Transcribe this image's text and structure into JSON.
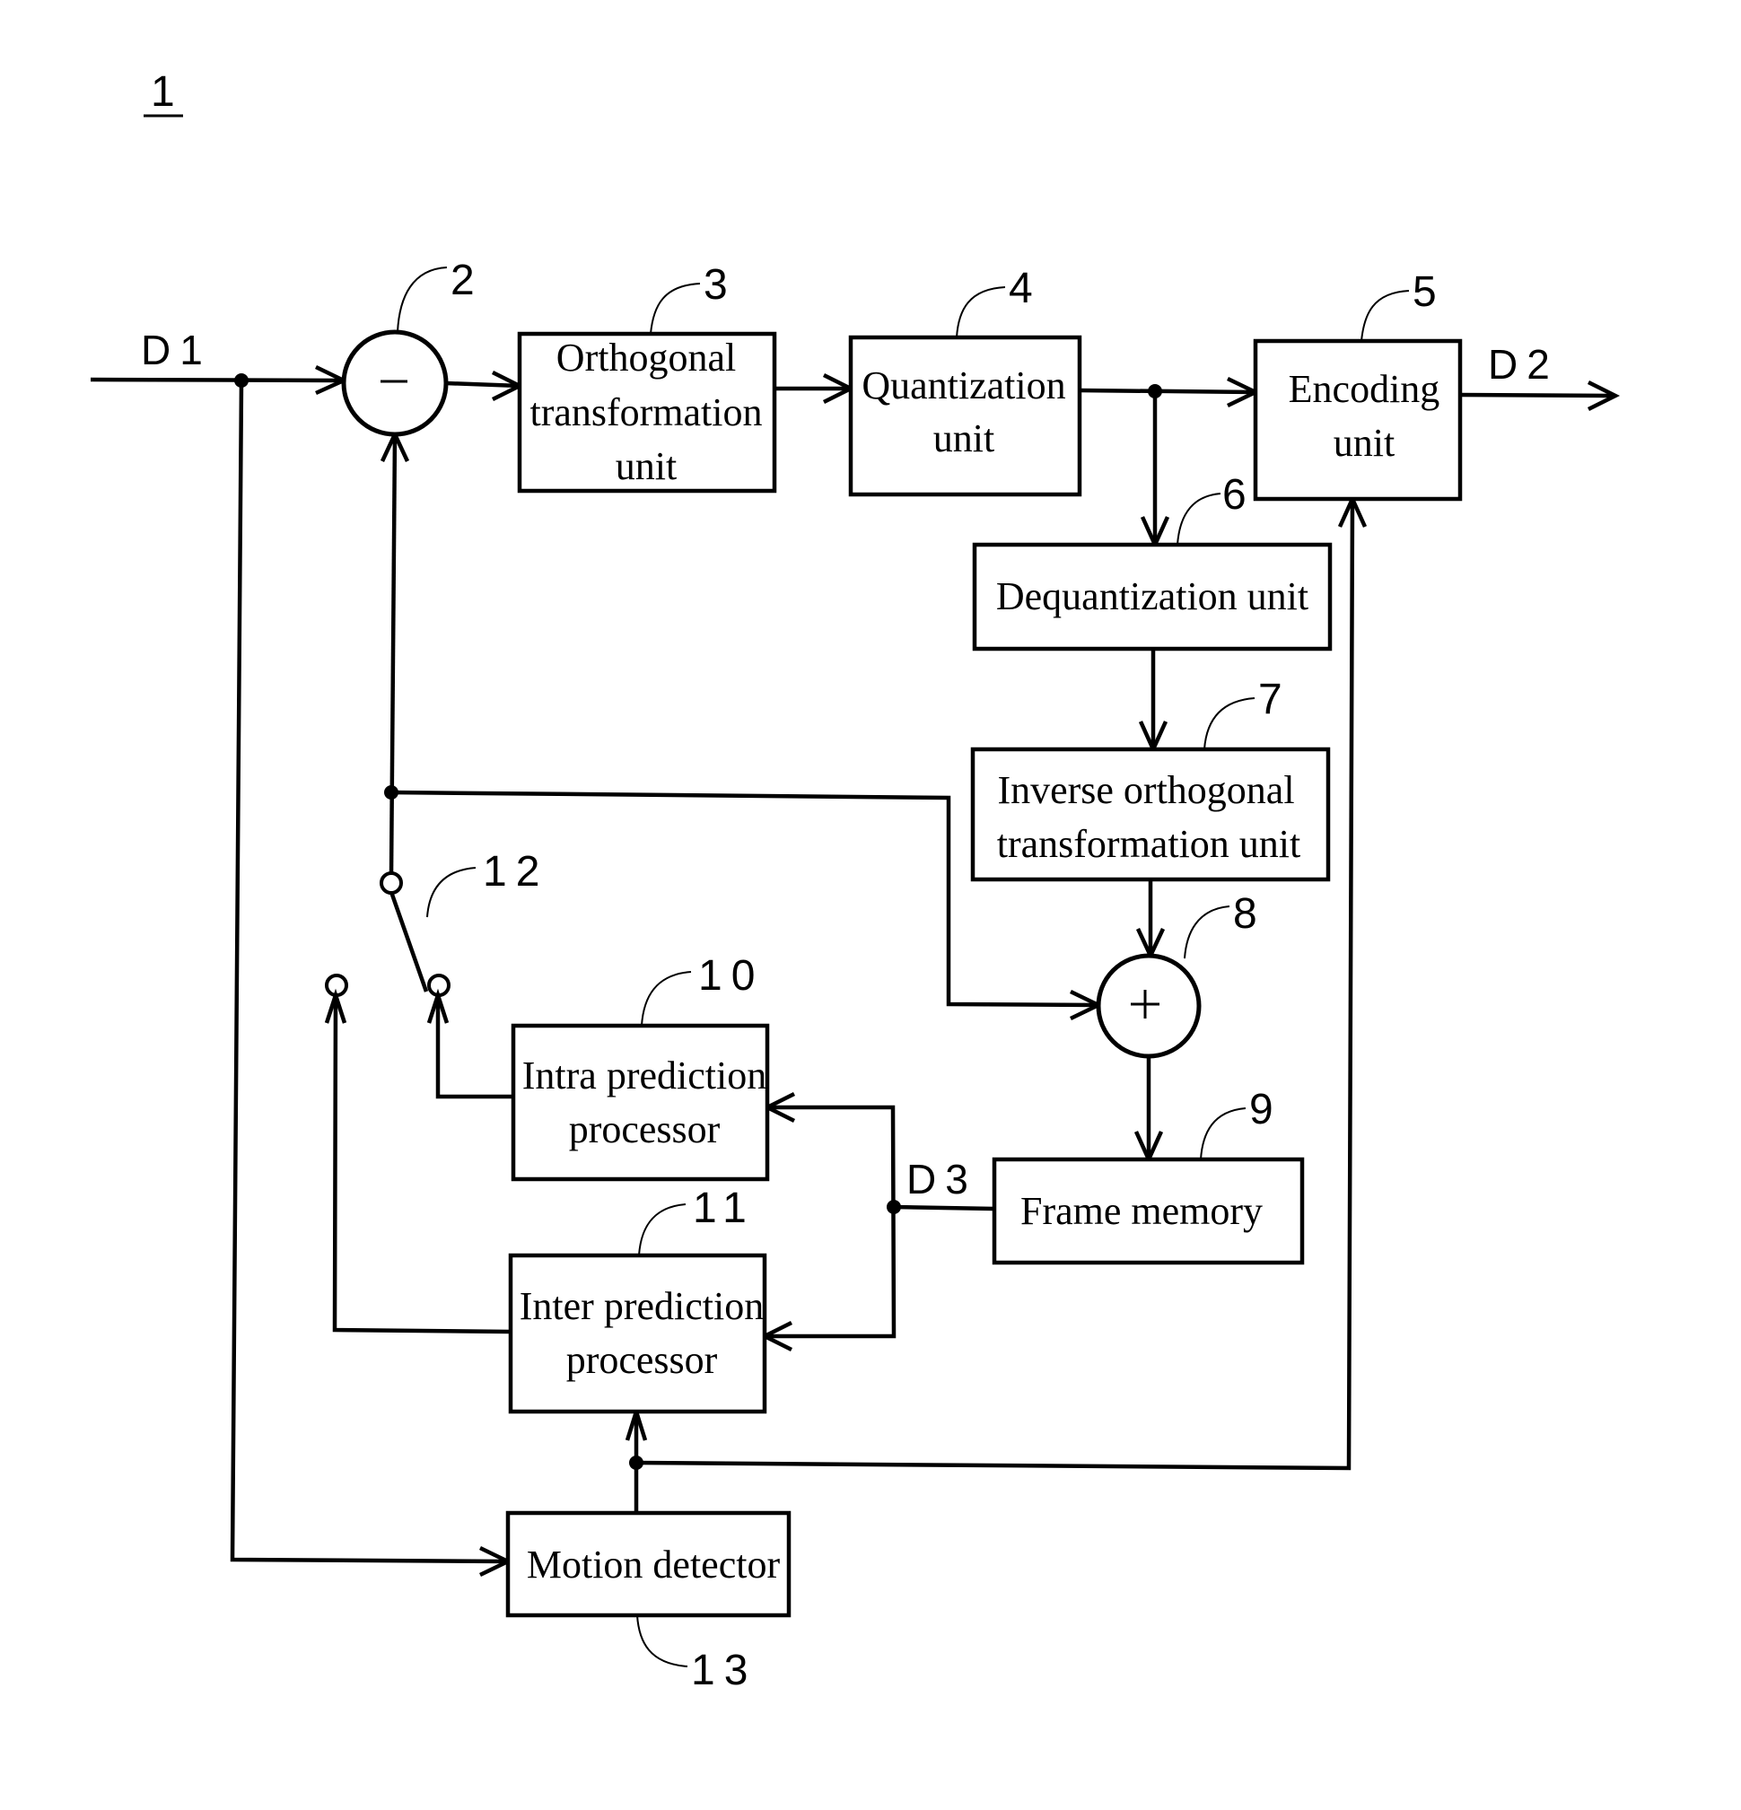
{
  "figure": {
    "label": "1"
  },
  "signals": {
    "input": "D1",
    "output": "D2",
    "reference": "D3"
  },
  "blocks": {
    "subtractor": {
      "ref": "2",
      "symbol": "minus"
    },
    "orthogonal_transformation": {
      "ref": "3",
      "lines": [
        "Orthogonal",
        "transformation",
        "unit"
      ]
    },
    "quantization": {
      "ref": "4",
      "lines": [
        "Quantization",
        "unit"
      ]
    },
    "encoding": {
      "ref": "5",
      "lines": [
        "Encoding",
        "unit"
      ]
    },
    "dequantization": {
      "ref": "6",
      "lines": [
        "Dequantization unit"
      ]
    },
    "inverse_orthogonal": {
      "ref": "7",
      "lines": [
        "Inverse orthogonal",
        "transformation unit"
      ]
    },
    "adder": {
      "ref": "8",
      "symbol": "plus"
    },
    "frame_memory": {
      "ref": "9",
      "lines": [
        "Frame memory"
      ]
    },
    "intra_prediction": {
      "ref": "10",
      "lines": [
        "Intra prediction",
        "processor"
      ]
    },
    "inter_prediction": {
      "ref": "11",
      "lines": [
        "Inter prediction",
        "processor"
      ]
    },
    "switch": {
      "ref": "12"
    },
    "motion_detector": {
      "ref": "13",
      "lines": [
        "Motion detector"
      ]
    }
  }
}
